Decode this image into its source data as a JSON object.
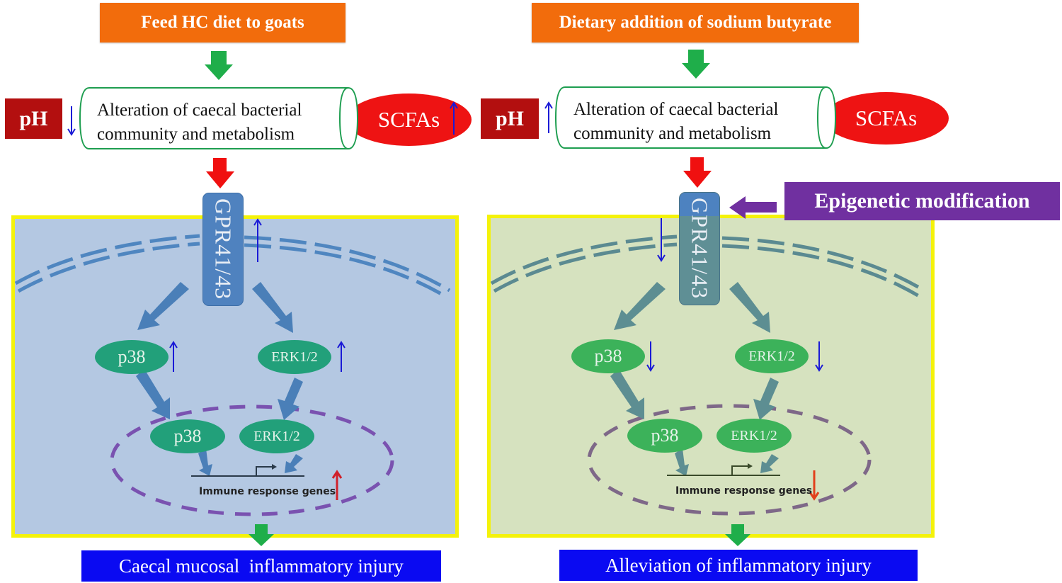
{
  "left": {
    "top_label": "Feed HC diet to goats",
    "ph_label": "pH",
    "ph_change": "down",
    "cylinder_line1": "Alteration of caecal bacterial",
    "cylinder_line2": "community and metabolism",
    "scfa_label": "SCFAs",
    "scfa_change": "up",
    "receptor_label": "GPR41/43",
    "receptor_change": "up",
    "kinase1_label": "p38",
    "kinase1_change": "up",
    "kinase2_label": "ERK1/2",
    "kinase2_change": "up",
    "nuclear1_label": "p38",
    "nuclear2_label": "ERK1/2",
    "gene_label": "Immune response genes",
    "gene_change": "up",
    "result_label": "Caecal mucosal  inflammatory injury"
  },
  "right": {
    "top_label": "Dietary addition of sodium butyrate",
    "ph_label": "pH",
    "ph_change": "up",
    "cylinder_line1": "Alteration of caecal bacterial",
    "cylinder_line2": "community and metabolism",
    "scfa_label": "SCFAs",
    "receptor_label": "GPR41/43",
    "receptor_change": "down",
    "epigenetic_label": "Epigenetic modification",
    "kinase1_label": "p38",
    "kinase1_change": "down",
    "kinase2_label": "ERK1/2",
    "kinase2_change": "down",
    "nuclear1_label": "p38",
    "nuclear2_label": "ERK1/2",
    "gene_label": "Immune response genes",
    "gene_change": "down",
    "result_label": "Alleviation of inflammatory injury"
  },
  "colors": {
    "input_box": "#f26c0c",
    "ph_box": "#b30f0f",
    "scfa": "#ee1313",
    "epigenetic": "#7030a0",
    "result_box": "#0a0af2",
    "panel_border": "#f4f20a",
    "left_panel": "#b4c8e2",
    "right_panel": "#d6e2bf",
    "flow_arrow_green": "#1fae4a",
    "flow_arrow_red": "#f01010",
    "change_arrow_blue": "#1a1ad6",
    "change_arrow_red": "#d0202a"
  }
}
